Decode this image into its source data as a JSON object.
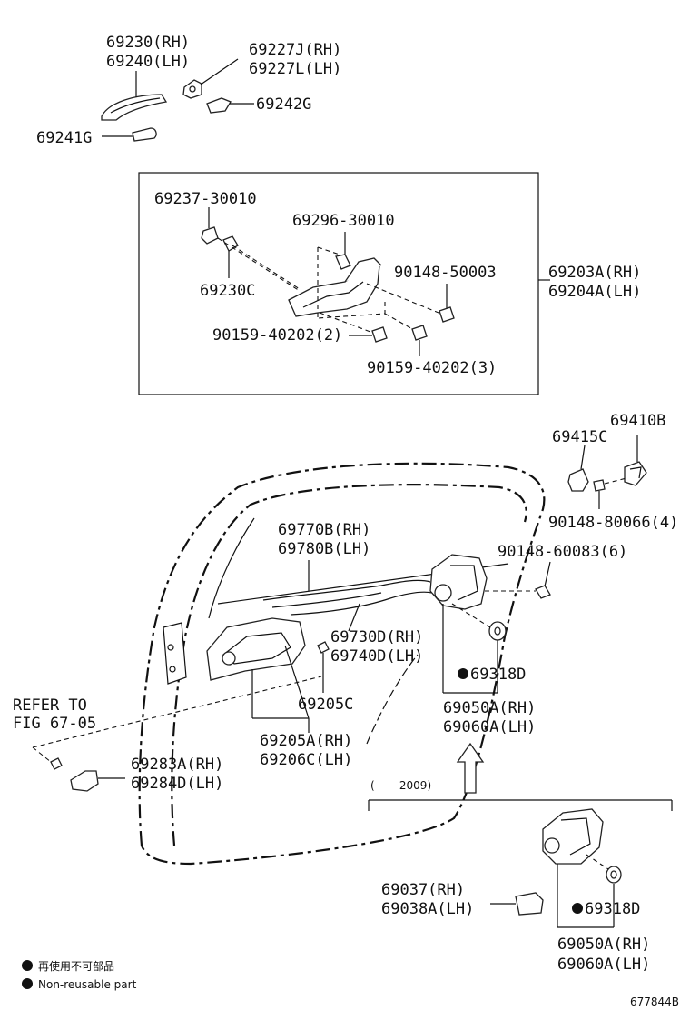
{
  "labels": {
    "l69230": "69230(RH)",
    "l69240": "69240(LH)",
    "l69227J": "69227J(RH)",
    "l69227L": "69227L(LH)",
    "l69242G": "69242G",
    "l69241G": "69241G",
    "l69237": "69237-30010",
    "l69296": "69296-30010",
    "l69230C": "69230C",
    "l90148_50003": "90148-50003",
    "l69203A": "69203A(RH)",
    "l69204A": "69204A(LH)",
    "l90159_2": "90159-40202(2)",
    "l90159_3": "90159-40202(3)",
    "l69410B": "69410B",
    "l69415C": "69415C",
    "l90148_80066": "90148-80066(4)",
    "l69770B": "69770B(RH)",
    "l69780B": "69780B(LH)",
    "l90148_60083": "90148-60083(6)",
    "l69730D": "69730D(RH)",
    "l69740D": "69740D(LH)",
    "l69318D_a": "69318D",
    "l69205C": "69205C",
    "l69050A_a": "69050A(RH)",
    "l69060A_a": "69060A(LH)",
    "l69205A": "69205A(RH)",
    "l69206C": "69206C(LH)",
    "refer1": "REFER TO",
    "refer2": "FIG 67-05",
    "l69283A": "69283A(RH)",
    "l69284D": "69284D(LH)",
    "range": "(      -2009)",
    "l69037": "69037(RH)",
    "l69038A": "69038A(LH)",
    "l69318D_b": "69318D",
    "l69050A_b": "69050A(RH)",
    "l69060A_b": "69060A(LH)"
  },
  "legend": {
    "jp": "再使用不可部品",
    "en": "Non-reusable part"
  },
  "figure_id": "677844B"
}
